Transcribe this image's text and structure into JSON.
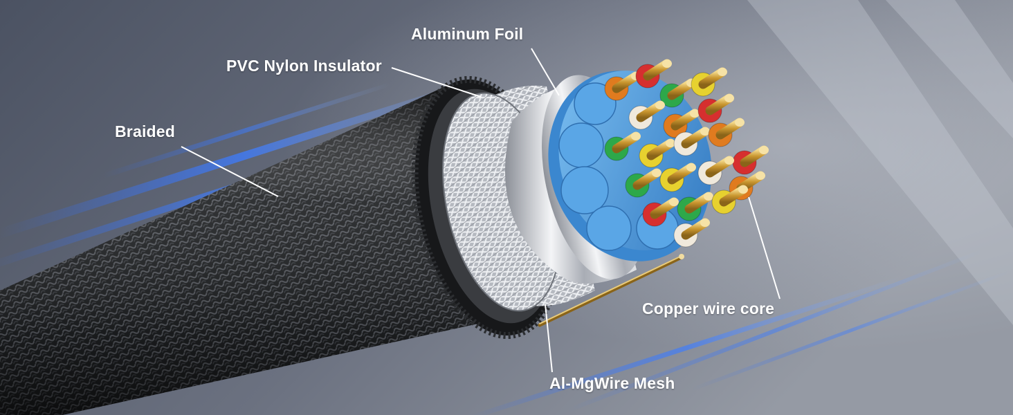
{
  "labels": {
    "aluminum_foil": "Aluminum Foil",
    "pvc_nylon_insulator": "PVC Nylon Insulator",
    "braided": "Braided",
    "copper_wire_core": "Copper wire core",
    "al_mg_wire_mesh": "Al-MgWire Mesh"
  },
  "colors": {
    "background_dark": "#4b5262",
    "background_light": "#8e939d",
    "streak_blue": "#2f6dff",
    "braid": "#222426",
    "inner_jacket": "#3a3c40",
    "mesh": "#c9ccd2",
    "foil": "#d6d9de",
    "pair_insulation": "#4d9de0",
    "copper": "#d4a94a",
    "conductor_colors": [
      "#e07b1f",
      "#d62f2f",
      "#2da84a",
      "#e7d12f",
      "#f0e9dc"
    ]
  }
}
